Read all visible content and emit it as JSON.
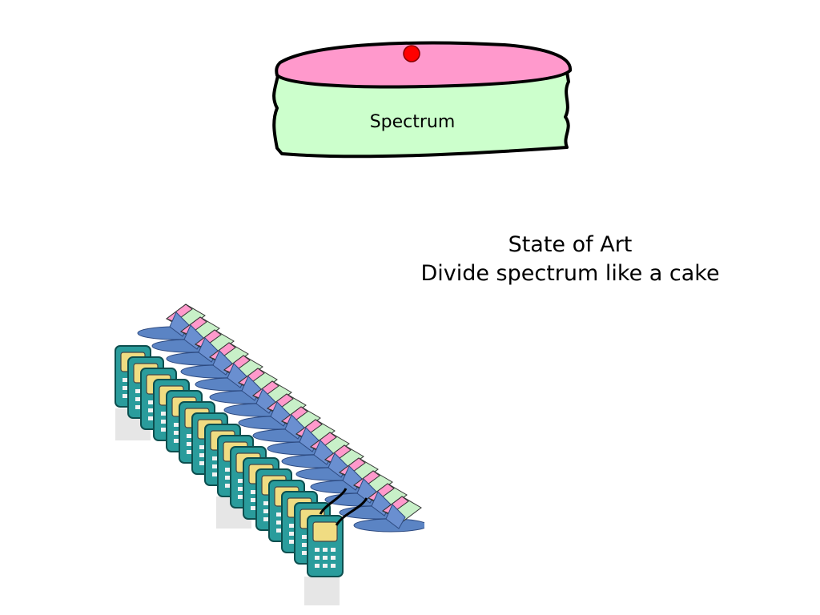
{
  "cake": {
    "label": "Spectrum",
    "top_color": "#ff99cc",
    "body_color": "#ccffcc",
    "dot_color": "#ff0000"
  },
  "caption": {
    "line1": "State of Art",
    "line2": "Divide spectrum like a cake"
  },
  "users": {
    "phone_icon": "mobile-phone-icon",
    "slice_icon": "cake-slice-icon",
    "plate_icon": "plate-icon",
    "phone_color": "#2a9c9c",
    "screen_color": "#f0dc82",
    "plate_color": "#5b84c4",
    "slice_color": "#ff99cc"
  }
}
